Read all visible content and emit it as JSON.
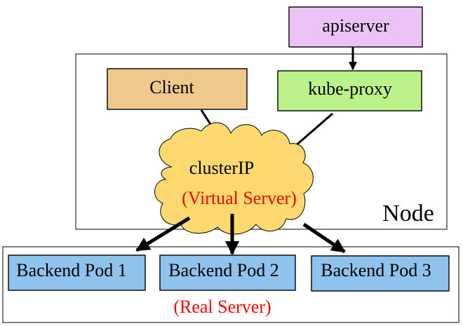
{
  "apiserver": {
    "label": "apiserver",
    "color": "#ecc3f6"
  },
  "node": {
    "label": "Node"
  },
  "client": {
    "label": "Client",
    "color": "#efc98b"
  },
  "kube_proxy": {
    "label": "kube-proxy",
    "color": "#bdf28b"
  },
  "cluster_ip": {
    "label": "clusterIP",
    "sublabel": "(Virtual Server)",
    "color": "#fdd970"
  },
  "real_server": {
    "label": "(Real Server)"
  },
  "backend_pods": [
    {
      "label": "Backend Pod 1"
    },
    {
      "label": "Backend Pod 2"
    },
    {
      "label": "Backend Pod 3"
    }
  ],
  "pod_color": "#8fc2ec",
  "label_accent_color": "#ff0000"
}
